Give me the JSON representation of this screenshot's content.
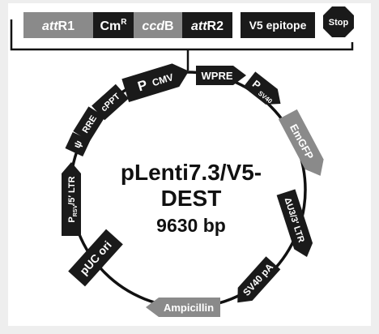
{
  "colors": {
    "background": "#eeeeee",
    "panel": "#ffffff",
    "dark_segment": "#1a1a1a",
    "gray_segment": "#8a8a8a",
    "circle": "#111111",
    "stop_octagon": "#1a1a1a"
  },
  "cassette": {
    "segments": [
      {
        "italic": "att",
        "normal": "R1",
        "super": "",
        "after": "",
        "shade": "gray"
      },
      {
        "italic": "",
        "normal": "Cm",
        "super": "R",
        "after": "",
        "shade": "dark"
      },
      {
        "italic": "ccd",
        "normal": "",
        "super": "",
        "after": "B",
        "shade": "gray"
      },
      {
        "italic": "att",
        "normal": "R2",
        "super": "",
        "after": "",
        "shade": "dark"
      }
    ],
    "epitope_label": "V5 epitope",
    "stop_label": "Stop"
  },
  "plasmid": {
    "name_line1": "pLenti7.3/V5-",
    "name_line2": "DEST",
    "size_label": "9630 bp"
  },
  "features": {
    "pcmv_p": "P",
    "pcmv_sub": "CMV",
    "wpre": "WPRE",
    "psv40_p": "P",
    "psv40_sub": "SV40",
    "emgfp": "EmGFP",
    "u3_ltr": "ΔU3/3′ LTR",
    "sv40pa": "SV40 pA",
    "ampicillin": "Ampicillin",
    "puc_ori": "pUC ori",
    "prsv_p": "P",
    "prsv_sub": "RSV",
    "prsv_rest": "/5′ LTR",
    "psi": "ψ",
    "rre": "RRE",
    "cppt": "cPPT"
  }
}
